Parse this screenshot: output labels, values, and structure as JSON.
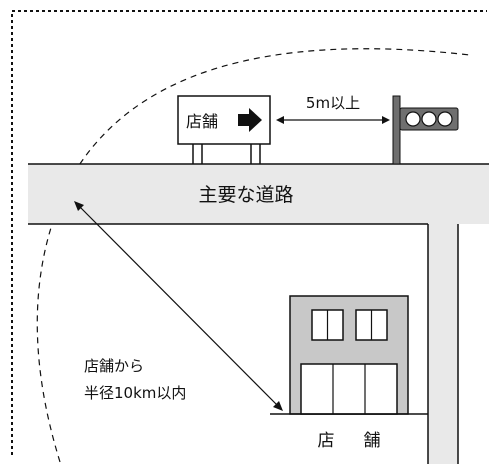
{
  "sign": {
    "text": "店舗",
    "arrow_icon": "right-arrow-icon"
  },
  "distance_label": "5m以上",
  "road_label": "主要な道路",
  "radius_label": {
    "line1": "店舗から",
    "line2": "半径10km以内"
  },
  "store": {
    "label_char1": "店",
    "label_char2": "舗"
  },
  "traffic_light": {
    "lamp_count": 3
  },
  "colors": {
    "road_fill": "#e9e9e9",
    "building_fill": "#c8c8c8",
    "pole": "#6f6f6f",
    "line": "#111111"
  }
}
